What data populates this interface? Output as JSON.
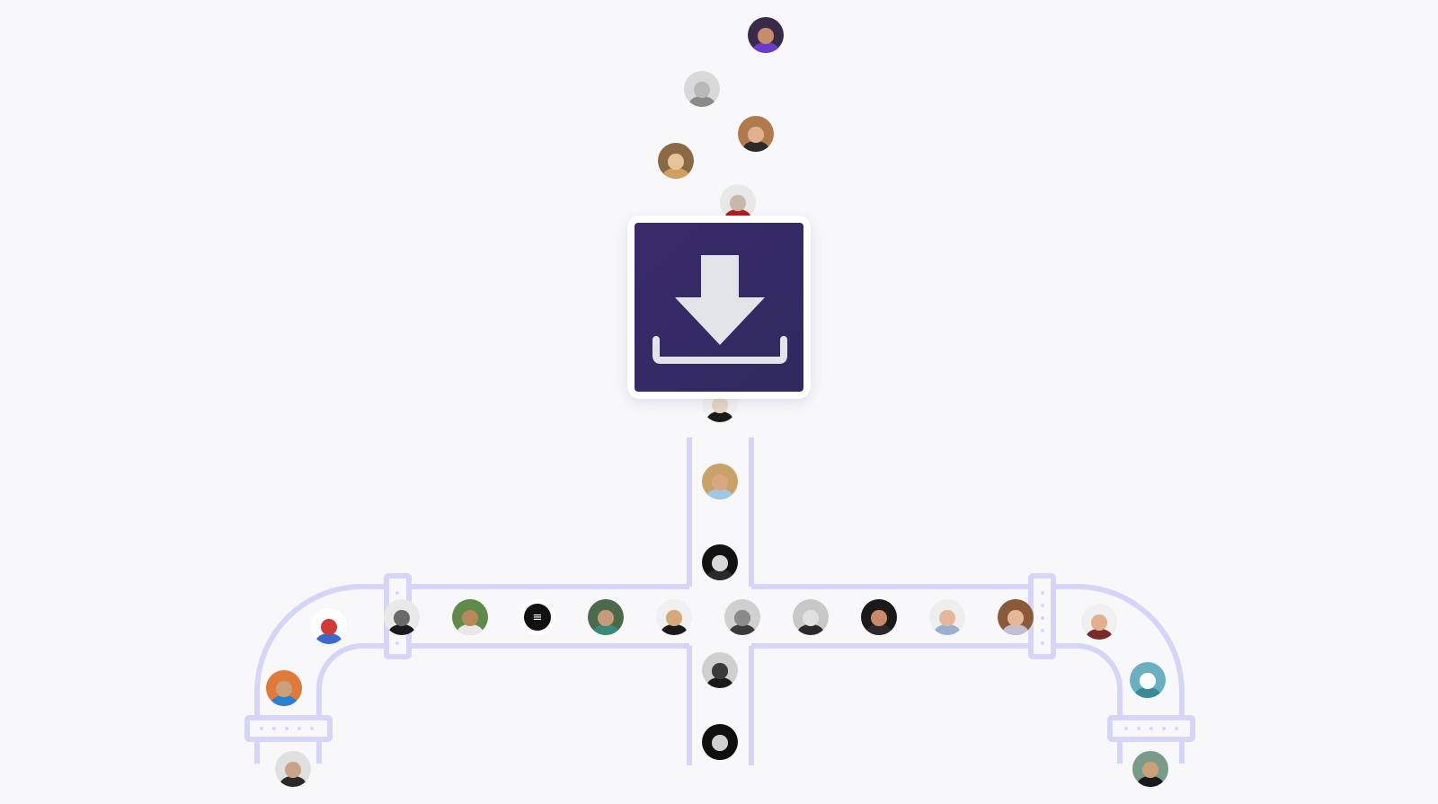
{
  "theme": {
    "background": "#f8f8fb",
    "pipe_color": "#d6d5f7",
    "tile_gradient_start": "#3b2a6c",
    "tile_gradient_end": "#2f2a5e",
    "arrow_color": "#e3e4ea"
  },
  "download_card": {
    "icon": "download-arrow-tray-icon"
  },
  "avatars": {
    "falling": [
      {
        "icon": "avatar-photo",
        "bg": "#3a2a4a",
        "skin": "#c78a6a",
        "shirt": "#6a3cc9"
      },
      {
        "icon": "avatar-photo",
        "bg": "#d9d9d9",
        "skin": "#b9b9b9",
        "shirt": "#8a8a8a"
      },
      {
        "icon": "avatar-photo",
        "bg": "#b07a4c",
        "skin": "#e0b090",
        "shirt": "#2a2a2a"
      },
      {
        "icon": "avatar-photo",
        "bg": "#8a6a45",
        "skin": "#e7c39c",
        "shirt": "#d0a060"
      },
      {
        "icon": "avatar-photo",
        "bg": "#e8e8e8",
        "skin": "#c9b8a8",
        "shirt": "#b01e1e"
      },
      {
        "icon": "avatar-photo",
        "bg": "#f2f2f2",
        "skin": "#e6d6c6",
        "shirt": "#1a1a1a"
      }
    ],
    "vertical_pipe": [
      {
        "icon": "avatar-photo",
        "bg": "#c9a26a",
        "skin": "#d8a880",
        "shirt": "#9ec9e6"
      },
      {
        "icon": "avatar-photo",
        "bg": "#121212",
        "skin": "#d8d8d8",
        "shirt": "#2a2a2a"
      },
      {
        "icon": "avatar-photo",
        "bg": "#cfcfcf",
        "skin": "#3a3a3a",
        "shirt": "#1a1a1a"
      },
      {
        "icon": "avatar-photo",
        "bg": "#0f0f0f",
        "skin": "#cfcfcf",
        "shirt": "#0f0f0f"
      }
    ],
    "horizontal_pipe": [
      {
        "icon": "avatar-photo",
        "bg": "#e9e9e9",
        "skin": "#6a6a6a",
        "shirt": "#1a1a1a"
      },
      {
        "icon": "avatar-photo",
        "bg": "#5f8a4a",
        "skin": "#b88a5a",
        "shirt": "#e8e8e8"
      },
      {
        "icon": "hexagon-logo-icon",
        "bg": "#ffffff",
        "skin": "#111111",
        "shirt": "#111111"
      },
      {
        "icon": "avatar-photo",
        "bg": "#4a6a4a",
        "skin": "#c79a7a",
        "shirt": "#3a8a7a"
      },
      {
        "icon": "avatar-photo",
        "bg": "#f0f0f0",
        "skin": "#d6a87a",
        "shirt": "#1a1a1a"
      },
      {
        "icon": "avatar-photo",
        "bg": "#d0d0d0",
        "skin": "#8a8a8a",
        "shirt": "#3a3a3a"
      },
      {
        "icon": "avatar-photo",
        "bg": "#c8c8c8",
        "skin": "#e0e0e0",
        "shirt": "#2a2a2a"
      },
      {
        "icon": "avatar-photo",
        "bg": "#1a1a1a",
        "skin": "#c98a6a",
        "shirt": "#2a2a2a"
      },
      {
        "icon": "avatar-photo",
        "bg": "#eeeeee",
        "skin": "#e6b89a",
        "shirt": "#9ab0d0"
      },
      {
        "icon": "avatar-photo",
        "bg": "#8a5a3a",
        "skin": "#e6b89a",
        "shirt": "#c0c0d0"
      }
    ],
    "left_branch": [
      {
        "icon": "avatar-photo",
        "bg": "#ffffff",
        "skin": "#d03a3a",
        "shirt": "#3a6ad0"
      },
      {
        "icon": "avatar-photo",
        "bg": "#e07a3a",
        "skin": "#c9a07a",
        "shirt": "#2a80d0"
      },
      {
        "icon": "avatar-photo",
        "bg": "#e0e0e0",
        "skin": "#caa288",
        "shirt": "#2a2a2a"
      }
    ],
    "right_branch": [
      {
        "icon": "avatar-photo",
        "bg": "#f0f0f0",
        "skin": "#e0b090",
        "shirt": "#7a2a2a"
      },
      {
        "icon": "avatar-photo",
        "bg": "#6ab0c0",
        "skin": "#ffffff",
        "shirt": "#3a8a9a"
      },
      {
        "icon": "avatar-photo",
        "bg": "#7a9a8a",
        "skin": "#c9a07a",
        "shirt": "#1a1a1a"
      }
    ]
  }
}
